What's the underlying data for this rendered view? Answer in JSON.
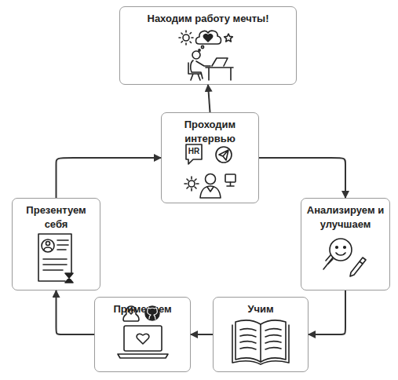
{
  "diagram": {
    "nodes": [
      {
        "text": [
          "Находим работу мечты!"
        ]
      },
      {
        "text": [
          "Проходим интервью"
        ]
      },
      {
        "text": [
          "Анализируем и улучшаем"
        ]
      },
      {
        "text": [
          "Учим"
        ]
      },
      {
        "text": [
          "Применяем"
        ]
      },
      {
        "text": [
          "Презентуем себя"
        ]
      }
    ],
    "edges": [
      {
        "from": 1,
        "to": 0,
        "arrow": "to"
      },
      {
        "from": 1,
        "to": 2,
        "arrow": "to"
      },
      {
        "from": 2,
        "to": 3,
        "arrow": "to"
      },
      {
        "from": 3,
        "to": 4,
        "arrow": "to"
      },
      {
        "from": 4,
        "to": 5,
        "arrow": "to"
      },
      {
        "from": 5,
        "to": 1,
        "arrow": "to"
      }
    ],
    "labels": [
      "HR"
    ]
  }
}
